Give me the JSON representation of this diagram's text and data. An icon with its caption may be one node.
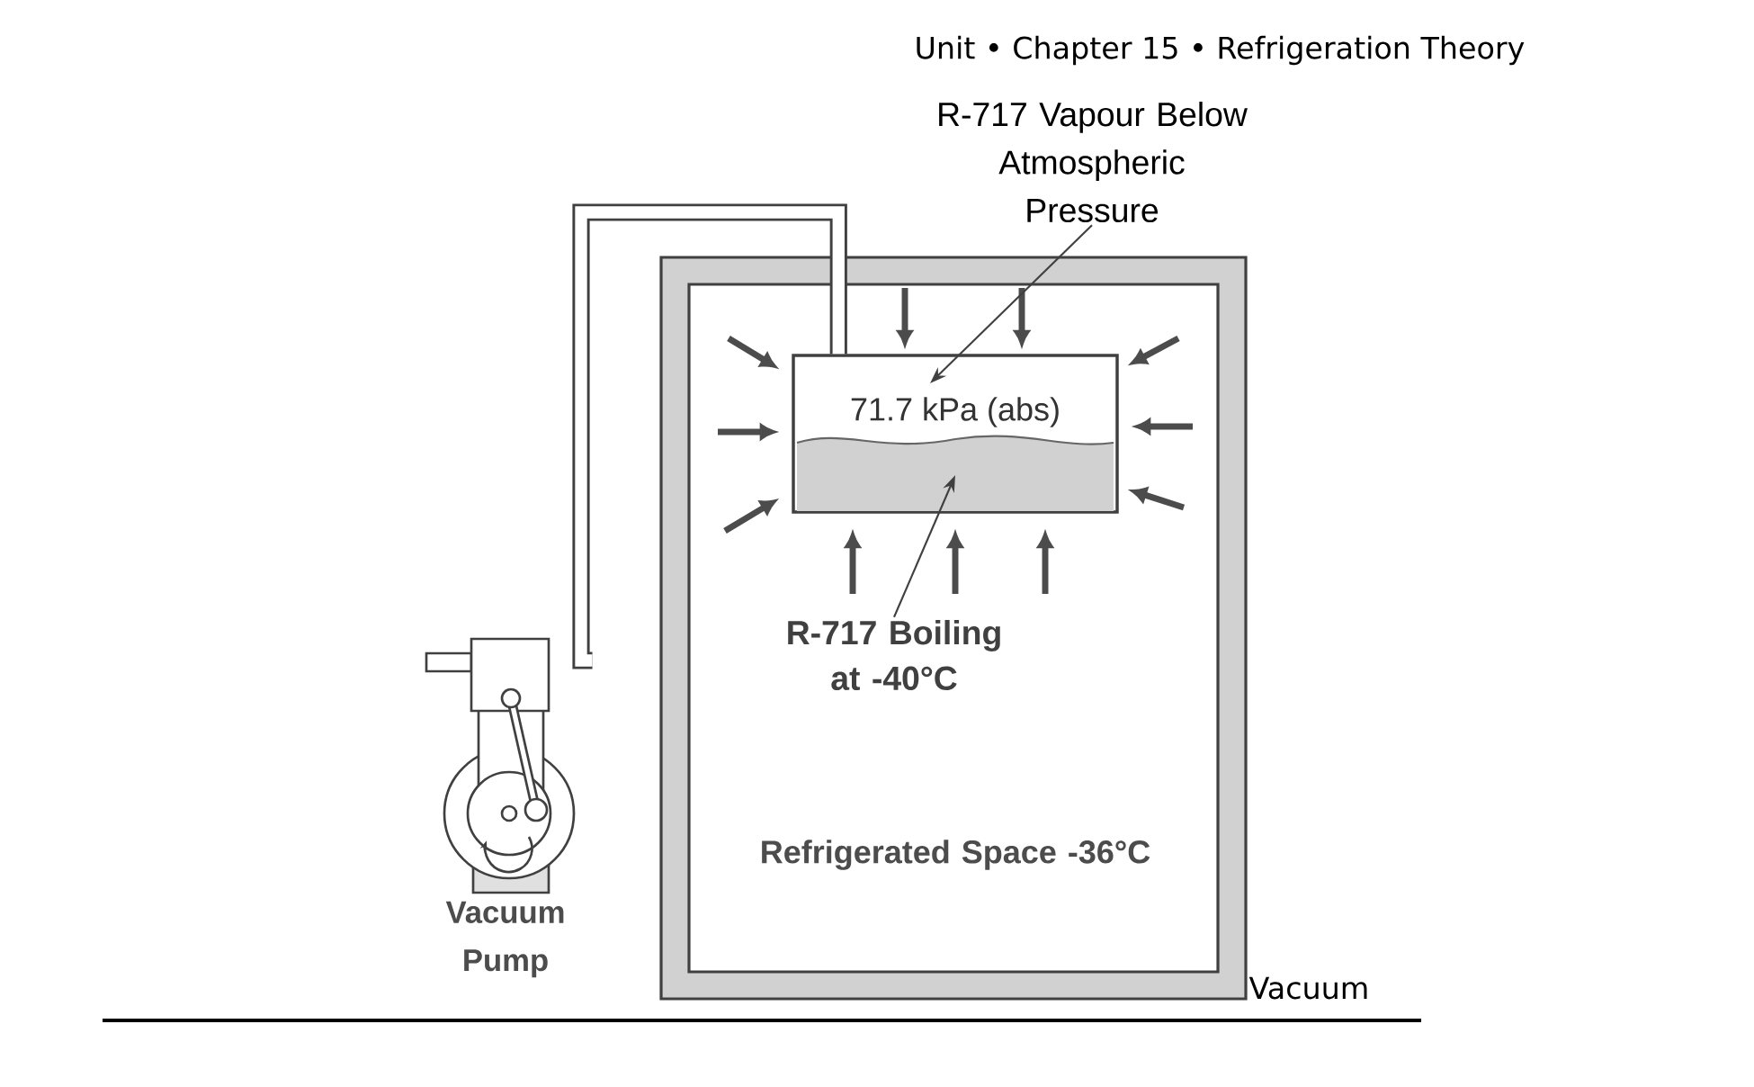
{
  "diagram": {
    "title": "Unit • Chapter 15 • Refrigeration Theory",
    "nodes": [
      {
        "text": [
          "R-717 Vapour Below Atmospheric Pressure"
        ]
      },
      {
        "text": [
          "Refrigerated Space -36°C"
        ]
      },
      {
        "text": [
          "71.7 kPa (abs)"
        ],
        "in": 1
      },
      {
        "text": [],
        "shape": "box",
        "in": 2
      },
      {
        "text": [
          "R-717 Boiling at -40°C"
        ],
        "in": 1
      },
      {
        "text": [],
        "shape": "picture",
        "beside": [
          "Vacuum Pump"
        ]
      }
    ],
    "edges": [
      {
        "from": 0,
        "to": 2,
        "arrow": "to"
      },
      {
        "from": 4,
        "to": 3,
        "arrow": "to"
      },
      {
        "from": 5,
        "to": 2,
        "arrow": "none",
        "style": "thick"
      }
    ],
    "labels": [
      "Vacuum"
    ]
  }
}
